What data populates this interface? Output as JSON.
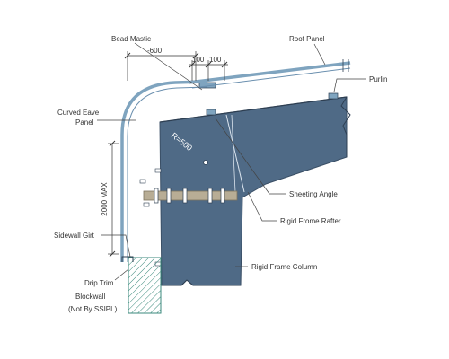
{
  "labels": {
    "bead_mastic": "Bead Mastic",
    "roof_panel": "Roof Panel",
    "purlin": "Purlin",
    "curved_eave_line1": "Curved Eave",
    "curved_eave_line2": "Panel",
    "sheeting_angle": "Sheeting Angle",
    "rigid_frame_rafter": "Rigid Frome Rafter",
    "sidewall_girt": "Sidewall Girt",
    "rigid_frame_column": "Rigid Frame Column",
    "drip_trim": "Drip Trim",
    "blockwall": "Blockwall",
    "not_by": "(Not By SSIPL)"
  },
  "dimensions": {
    "overall": "-600",
    "spacing_1": "100",
    "spacing_2": "100",
    "max_height": "2000 MAX",
    "radius": "R=500"
  },
  "colors": {
    "steel": "#4f6a86",
    "panel": "#7fa4bf",
    "girt": "#b8ad95",
    "block": "#3b8a7c",
    "leader": "#444444"
  }
}
